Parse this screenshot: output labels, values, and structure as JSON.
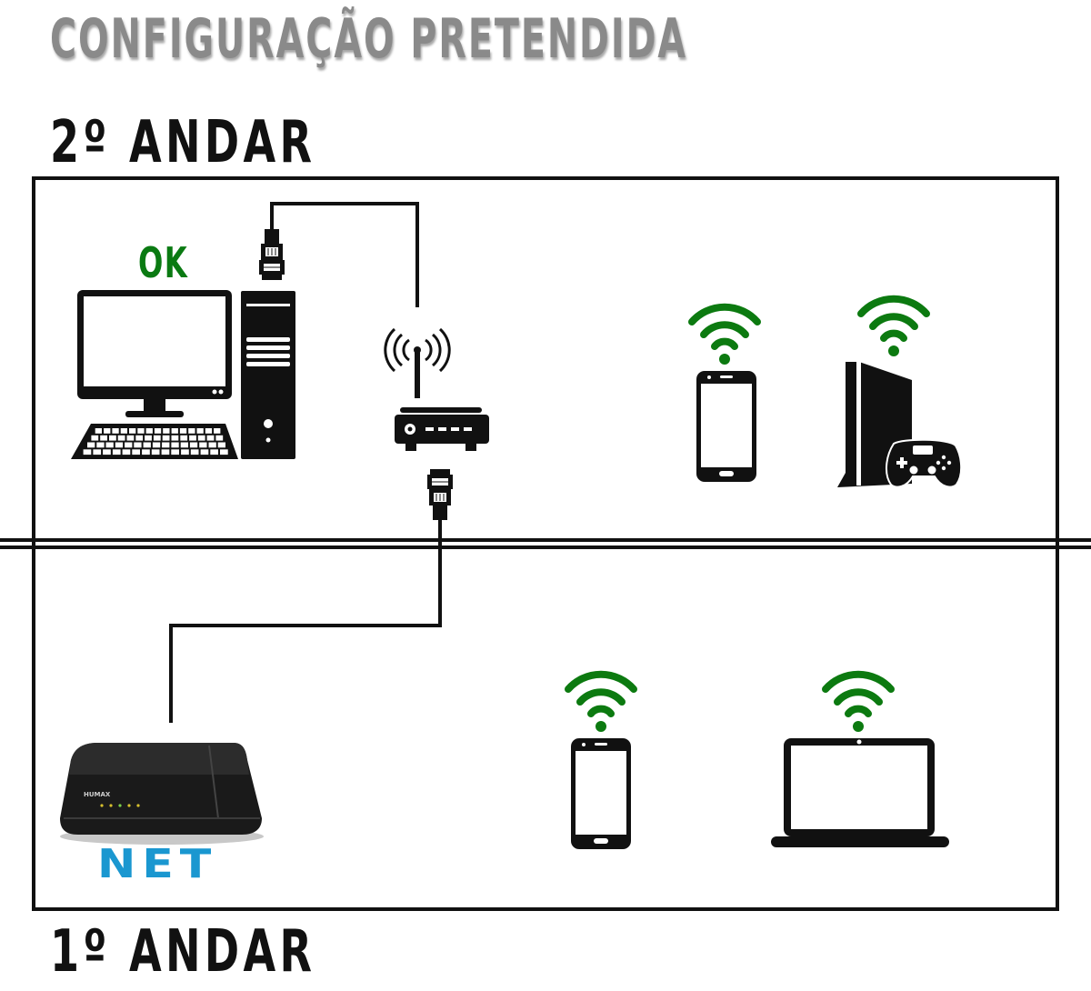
{
  "title": "CONFIGURAÇÃO PRETENDIDA",
  "floors": {
    "upper": "2º ANDAR",
    "lower": "1º ANDAR"
  },
  "status": {
    "ok": "OK"
  },
  "modem": {
    "brand": "HUMAX",
    "provider_logo": "NET"
  },
  "colors": {
    "title_gray": "#8a8a8a",
    "ok_green": "#0a7a12",
    "wifi_green": "#0c7a10",
    "net_blue": "#1a97d0",
    "lines": "#111111"
  },
  "icons": {
    "desktop": "desktop-computer-icon",
    "router": "wifi-router-icon",
    "ethernet": "ethernet-plug-icon",
    "phone": "smartphone-icon",
    "console": "game-console-icon",
    "laptop": "laptop-icon",
    "wifi": "wifi-signal-icon",
    "modem": "cable-modem-icon"
  }
}
